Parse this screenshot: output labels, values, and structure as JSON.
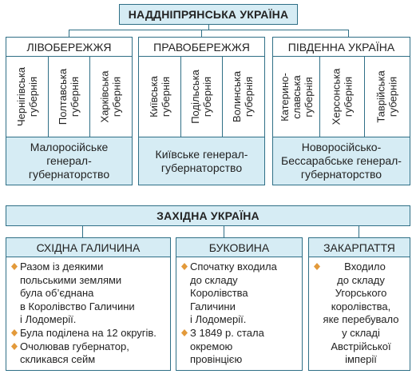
{
  "naddnipro": {
    "title": "НАДДНІПРЯНСЬКА УКРАЇНА",
    "regions": [
      {
        "name": "ЛІВОБЕРЕЖЖЯ",
        "provinces": [
          [
            "Чернігівська",
            "губернія"
          ],
          [
            "Полтавська",
            "губернія"
          ],
          [
            "Харківська",
            "губернія"
          ]
        ],
        "government": [
          "Малоросійське",
          "генерал-",
          "губернаторство"
        ]
      },
      {
        "name": "ПРАВОБЕРЕЖЖЯ",
        "provinces": [
          [
            "Київська",
            "губернія"
          ],
          [
            "Подільська",
            "губернія"
          ],
          [
            "Волинська",
            "губернія"
          ]
        ],
        "government": [
          "Київське генерал-",
          "губернаторство"
        ]
      },
      {
        "name": "ПІВДЕННА УКРАЇНА",
        "provinces": [
          [
            "Катерино-",
            "славська",
            "губернія"
          ],
          [
            "Херсонська",
            "губернія"
          ],
          [
            "Таврійська",
            "губернія"
          ]
        ],
        "government": [
          "Новоросійсько-",
          "Бессарабське генерал-",
          "губернаторство"
        ]
      }
    ]
  },
  "western": {
    "title": "ЗАХІДНА УКРАЇНА",
    "regions": [
      {
        "name": "СХІДНА ГАЛИЧИНА",
        "bullets": [
          [
            "Разом із деякими",
            "польськими землями",
            "була об’єднана",
            "в Королівство Галичини",
            "і Лодомерії."
          ],
          [
            "Була поділена на 12 округів."
          ],
          [
            "Очолював губернатор,",
            "скликався сейм"
          ]
        ]
      },
      {
        "name": "БУКОВИНА",
        "bullets": [
          [
            "Спочатку входила",
            "до складу",
            "Королівства",
            "Галичини",
            "і Лодомерії."
          ],
          [
            "З 1849 р. стала",
            "окремою",
            "провінцією"
          ]
        ]
      },
      {
        "name": "ЗАКАРПАТТЯ",
        "bullets": [
          [
            "Входило",
            "до складу",
            "Угорського",
            "королівства,",
            "яке перебувало",
            "у складі",
            "Австрійської",
            "імперії"
          ]
        ]
      }
    ]
  },
  "colors": {
    "border": "#2f6f86",
    "fill": "#d6ecf4",
    "bullet": "#e39a3b"
  }
}
